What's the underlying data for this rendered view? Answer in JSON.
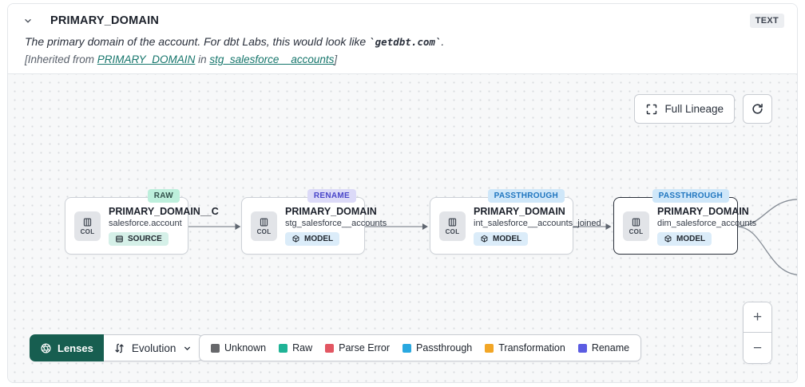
{
  "header": {
    "title": "PRIMARY_DOMAIN",
    "type_badge": "TEXT",
    "description_prefix": "The primary domain of the account. For dbt Labs, this would look like ",
    "description_code": "`getdbt.com`",
    "description_suffix": ".",
    "inherited_prefix": "[Inherited from ",
    "inherited_link_column": "PRIMARY_DOMAIN",
    "inherited_middle": " in ",
    "inherited_link_model": "stg_salesforce__accounts",
    "inherited_suffix": "]"
  },
  "toolbar": {
    "full_lineage_label": "Full Lineage"
  },
  "labels": {
    "col_chip": "COL"
  },
  "nodes": [
    {
      "badge": "RAW",
      "title": "PRIMARY_DOMAIN__C",
      "subtitle": "salesforce.account",
      "type": "SOURCE",
      "selected": false
    },
    {
      "badge": "RENAME",
      "title": "PRIMARY_DOMAIN",
      "subtitle": "stg_salesforce__accounts",
      "type": "MODEL",
      "selected": false
    },
    {
      "badge": "PASSTHROUGH",
      "title": "PRIMARY_DOMAIN",
      "subtitle": "int_salesforce__accounts_joined",
      "type": "MODEL",
      "selected": false
    },
    {
      "badge": "PASSTHROUGH",
      "title": "PRIMARY_DOMAIN",
      "subtitle": "dim_salesforce_accounts",
      "type": "MODEL",
      "selected": true
    }
  ],
  "footer": {
    "lenses_label": "Lenses",
    "lens_selected": "Evolution",
    "legend": [
      {
        "label": "Unknown",
        "color": "#67686b"
      },
      {
        "label": "Raw",
        "color": "#1fb396"
      },
      {
        "label": "Parse Error",
        "color": "#e25662"
      },
      {
        "label": "Passthrough",
        "color": "#29a8e0"
      },
      {
        "label": "Transformation",
        "color": "#f2a626"
      },
      {
        "label": "Rename",
        "color": "#5b5ce2"
      }
    ]
  },
  "zoom_controls": {
    "zoom_in": "+",
    "zoom_out": "−"
  },
  "icons": {
    "collapse_chevron": "chevron-down",
    "full_lineage": "expand-brackets",
    "refresh": "circular-arrow",
    "lenses": "lens-aperture",
    "evolution": "up-down-arrows",
    "dropdown_chevron": "chevron-down",
    "column_chip": "columns",
    "source": "table-rows",
    "model": "cube"
  }
}
